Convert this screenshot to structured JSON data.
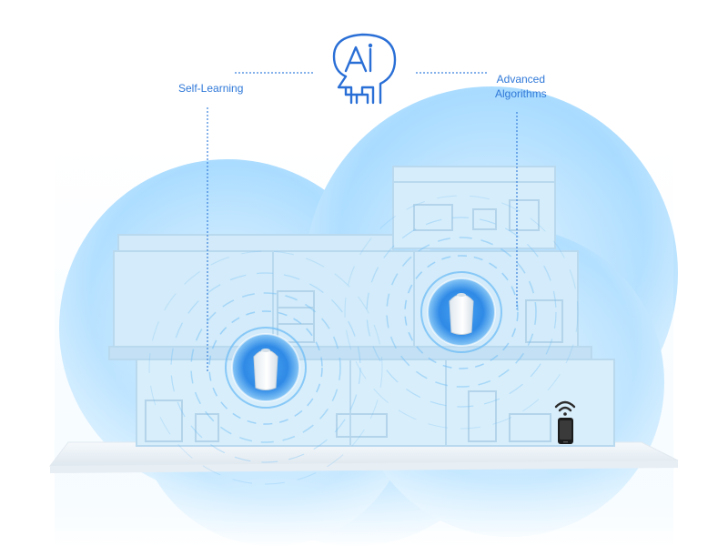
{
  "labels": {
    "left": "Self-Learning",
    "right_line1": "Advanced",
    "right_line2": "Algorithms"
  },
  "icons": {
    "ai_head": "ai-head-icon",
    "router": "mesh-router-icon",
    "phone_wifi": "smartphone-wifi-icon"
  },
  "colors": {
    "accent": "#2a6fd6",
    "label_text": "#2f78d8",
    "cloud": "#9fd4f7",
    "house": "#cfe7f7",
    "ring": "#5fb6f4"
  }
}
